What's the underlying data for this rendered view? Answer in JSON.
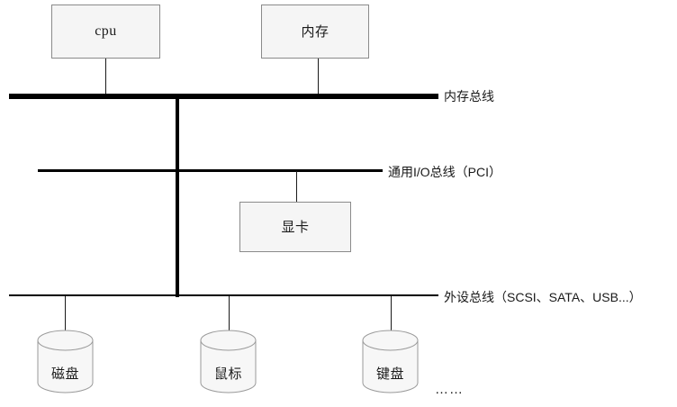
{
  "diagram": {
    "title": "computer-bus-architecture",
    "colors": {
      "box_fill": "#f5f5f5",
      "box_stroke": "#8a8a8a",
      "line": "#000000",
      "text": "#1a1a1a",
      "cylinder_fill": "#f7f7f7",
      "cylinder_stroke": "#9a9a9a"
    },
    "boxes": [
      {
        "id": "cpu",
        "label": "cpu"
      },
      {
        "id": "memory",
        "label": "内存"
      },
      {
        "id": "gpu",
        "label": "显卡"
      }
    ],
    "buses": [
      {
        "id": "memory-bus",
        "label": "内存总线"
      },
      {
        "id": "io-bus",
        "label": "通用I/O总线（PCI）"
      },
      {
        "id": "peripheral-bus",
        "label": "外设总线（SCSI、SATA、USB...）"
      }
    ],
    "peripherals": [
      {
        "id": "disk",
        "label": "磁盘"
      },
      {
        "id": "mouse",
        "label": "鼠标"
      },
      {
        "id": "keyboard",
        "label": "键盘"
      }
    ],
    "more_indicator": "……"
  }
}
